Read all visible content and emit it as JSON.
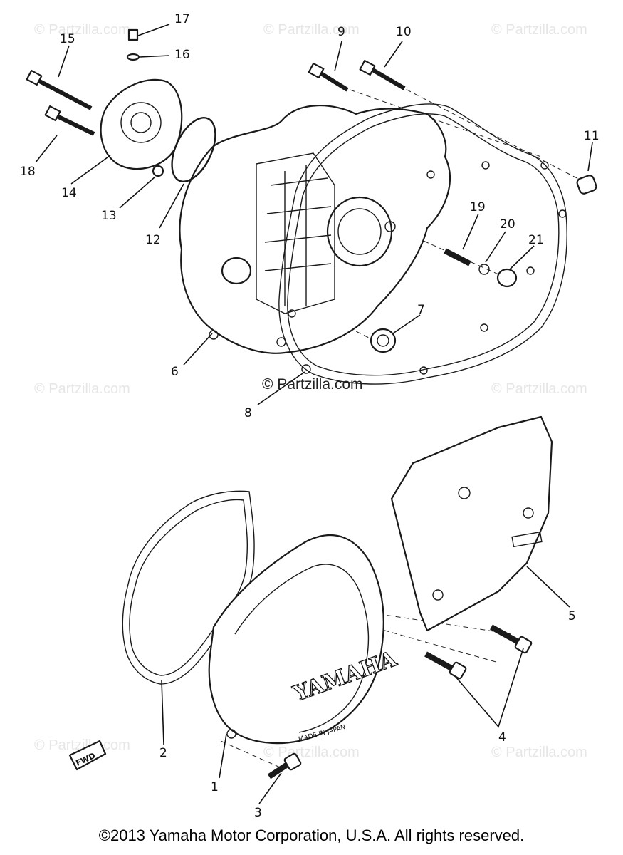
{
  "diagram": {
    "watermark": "© Partzilla.com",
    "callouts": {
      "c1": "1",
      "c2": "2",
      "c3": "3",
      "c4": "4",
      "c5": "5",
      "c6": "6",
      "c7": "7",
      "c8": "8",
      "c9": "9",
      "c10": "10",
      "c11": "11",
      "c12": "12",
      "c13": "13",
      "c14": "14",
      "c15": "15",
      "c16": "16",
      "c17": "17",
      "c18": "18",
      "c19": "19",
      "c20": "20",
      "c21": "21"
    },
    "embossed": {
      "brand": "YAMAHA",
      "made_in": "MADE IN JAPAN",
      "fwd": "FWD"
    }
  },
  "footer": {
    "copyright": "©2013  Yamaha Motor Corporation, U.S.A. All rights reserved."
  }
}
